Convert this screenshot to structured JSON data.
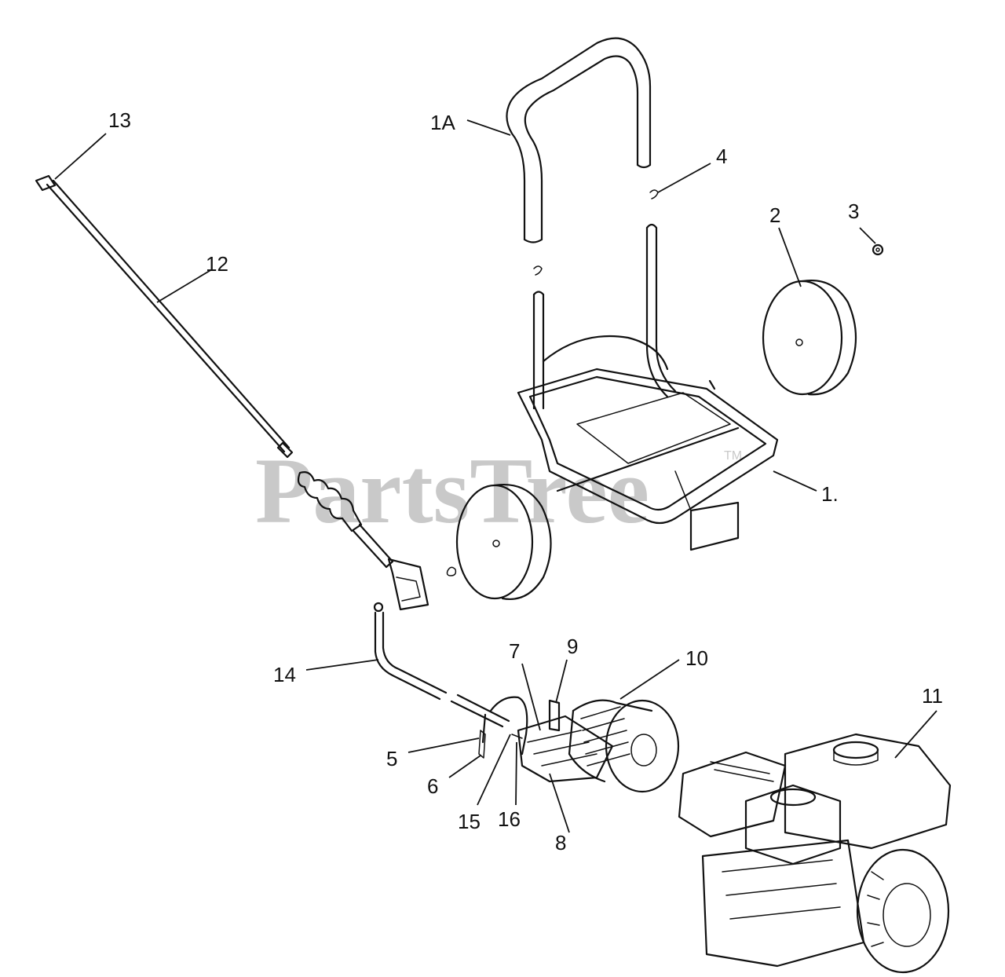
{
  "watermark": {
    "text": "PartsTree",
    "mark": "TM"
  },
  "callouts": [
    {
      "id": "1",
      "label": "1."
    },
    {
      "id": "1A",
      "label": "1A"
    },
    {
      "id": "2",
      "label": "2"
    },
    {
      "id": "3",
      "label": "3"
    },
    {
      "id": "4",
      "label": "4"
    },
    {
      "id": "5",
      "label": "5"
    },
    {
      "id": "6",
      "label": "6"
    },
    {
      "id": "7",
      "label": "7"
    },
    {
      "id": "8",
      "label": "8"
    },
    {
      "id": "9",
      "label": "9"
    },
    {
      "id": "10",
      "label": "10"
    },
    {
      "id": "11",
      "label": "11"
    },
    {
      "id": "12",
      "label": "12"
    },
    {
      "id": "13",
      "label": "13"
    },
    {
      "id": "14",
      "label": "14"
    },
    {
      "id": "15",
      "label": "15"
    },
    {
      "id": "16",
      "label": "16"
    }
  ],
  "colors": {
    "ink": "#111111",
    "watermark": "#c9c9c9",
    "background": "#ffffff"
  }
}
